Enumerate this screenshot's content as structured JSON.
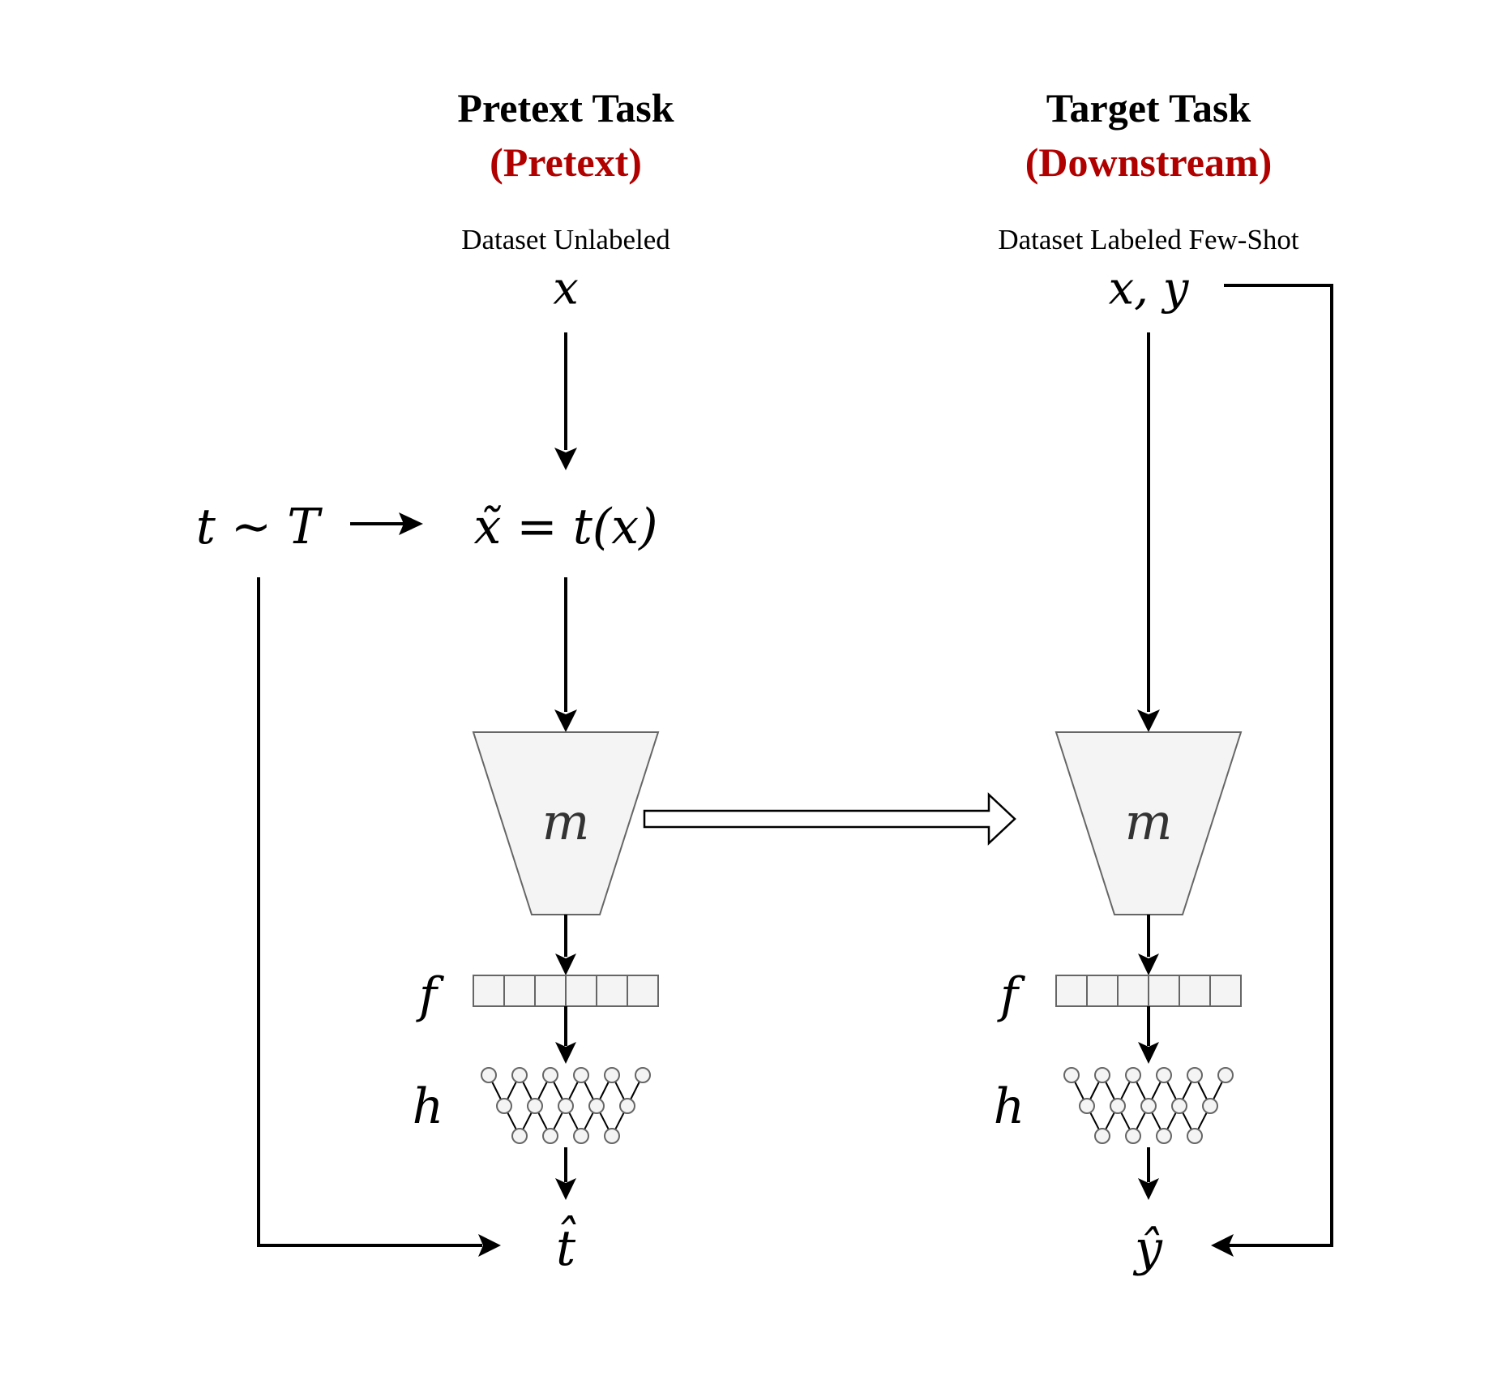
{
  "colors": {
    "accent_red": "#b00000",
    "line": "#000000",
    "shape_fill": "#f4f4f4",
    "shape_stroke": "#666666",
    "model_label": "#333333"
  },
  "pretext": {
    "title": "Pretext Task",
    "subtitle": "(Pretext)",
    "dataset_caption": "Dataset Unlabeled",
    "input_symbol": "x",
    "transform_lhs": "t ∼ T",
    "transform_rhs": "x̃ = t(x)",
    "model_label": "m",
    "feature_label": "f",
    "head_label": "h",
    "output_symbol": "t̂"
  },
  "target": {
    "title": "Target Task",
    "subtitle": "(Downstream)",
    "dataset_caption": "Dataset Labeled Few-Shot",
    "input_symbol": "x, y",
    "model_label": "m",
    "feature_label": "f",
    "head_label": "h",
    "output_symbol": "ŷ"
  },
  "feature_vector_cells": 6,
  "head_network_layers": [
    6,
    5,
    4
  ],
  "transfer_arrow": "weights transferred from pretext model to target model"
}
